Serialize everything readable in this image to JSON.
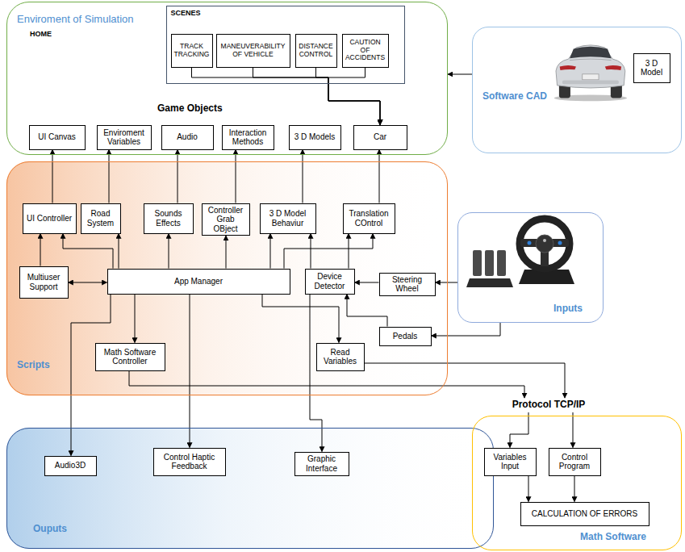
{
  "diagram": {
    "nodes": [
      {
        "text": [
          "Enviroment of Simulation",
          "HOME"
        ]
      },
      {
        "text": [
          "SCENES"
        ],
        "in": 0
      },
      {
        "text": [
          "TRACK TRACKING"
        ],
        "in": 1
      },
      {
        "text": [
          "MANEUVERABILITY OF VEHICLE"
        ],
        "in": 1
      },
      {
        "text": [
          "DISTANCE CONTROL"
        ],
        "in": 1
      },
      {
        "text": [
          "CAUTION OF ACCIDENTS"
        ],
        "in": 1
      },
      {
        "text": [
          "UI Canvas"
        ],
        "in": 0
      },
      {
        "text": [
          "Enviroment Variables"
        ],
        "in": 0
      },
      {
        "text": [
          "Audio"
        ],
        "in": 0
      },
      {
        "text": [
          "Interaction Methods"
        ],
        "in": 0
      },
      {
        "text": [
          "3 D Models"
        ],
        "in": 0
      },
      {
        "text": [
          "Car"
        ],
        "in": 0
      },
      {
        "text": [
          "Software CAD"
        ]
      },
      {
        "text": [
          "3 D Model"
        ],
        "in": 12
      },
      {
        "text": [
          "Scripts"
        ]
      },
      {
        "text": [
          "UI Controller"
        ],
        "in": 14
      },
      {
        "text": [
          "Road System"
        ],
        "in": 14
      },
      {
        "text": [
          "Sounds Effects"
        ],
        "in": 14
      },
      {
        "text": [
          "Controller Grab OBject"
        ],
        "in": 14
      },
      {
        "text": [
          "3 D Model Behaviur"
        ],
        "in": 14
      },
      {
        "text": [
          "Translation COntrol"
        ],
        "in": 14
      },
      {
        "text": [
          "Multiuser Support"
        ],
        "in": 14
      },
      {
        "text": [
          "App Manager"
        ],
        "in": 14
      },
      {
        "text": [
          "Device Detector"
        ],
        "in": 14
      },
      {
        "text": [
          "Steering Wheel"
        ],
        "in": 14
      },
      {
        "text": [
          "Pedals"
        ],
        "in": 14
      },
      {
        "text": [
          "Math Software Controller"
        ],
        "in": 14
      },
      {
        "text": [
          "Read Variables"
        ],
        "in": 14
      },
      {
        "text": [
          "Inputs"
        ]
      },
      {
        "text": [
          "Ouputs"
        ]
      },
      {
        "text": [
          "Audio3D"
        ],
        "in": 29
      },
      {
        "text": [
          "Control Haptic Feedback"
        ],
        "in": 29
      },
      {
        "text": [
          "Graphic Interface"
        ],
        "in": 29
      },
      {
        "text": [
          "Protocol TCP/IP"
        ]
      },
      {
        "text": [
          "Math Software"
        ]
      },
      {
        "text": [
          "Variables Input"
        ],
        "in": 34
      },
      {
        "text": [
          "Control Program"
        ],
        "in": 34
      },
      {
        "text": [
          "CALCULATION OF ERRORS"
        ],
        "in": 34
      }
    ],
    "edges": [
      {
        "from": 2,
        "to": 11,
        "arrow": "to"
      },
      {
        "from": 3,
        "to": 11,
        "arrow": "to"
      },
      {
        "from": 4,
        "to": 11,
        "arrow": "to"
      },
      {
        "from": 5,
        "to": 11,
        "arrow": "to"
      },
      {
        "from": 12,
        "to": 0,
        "arrow": "to"
      },
      {
        "from": 15,
        "to": 6,
        "arrow": "to"
      },
      {
        "from": 16,
        "to": 7,
        "arrow": "to"
      },
      {
        "from": 17,
        "to": 8,
        "arrow": "to"
      },
      {
        "from": 18,
        "to": 9,
        "arrow": "to"
      },
      {
        "from": 19,
        "to": 10,
        "arrow": "to"
      },
      {
        "from": 20,
        "to": 11,
        "arrow": "to"
      },
      {
        "from": 21,
        "to": 15,
        "arrow": "to"
      },
      {
        "from": 21,
        "to": 22,
        "arrow": "both"
      },
      {
        "from": 22,
        "to": 15,
        "arrow": "to"
      },
      {
        "from": 22,
        "to": 16,
        "arrow": "to"
      },
      {
        "from": 22,
        "to": 17,
        "arrow": "to"
      },
      {
        "from": 22,
        "to": 18,
        "arrow": "to"
      },
      {
        "from": 22,
        "to": 19,
        "arrow": "to"
      },
      {
        "from": 22,
        "to": 20,
        "arrow": "to"
      },
      {
        "from": 23,
        "to": 19,
        "arrow": "to"
      },
      {
        "from": 23,
        "to": 20,
        "arrow": "to"
      },
      {
        "from": 24,
        "to": 23,
        "arrow": "to"
      },
      {
        "from": 28,
        "to": 24,
        "arrow": "to"
      },
      {
        "from": 25,
        "to": 23,
        "arrow": "to"
      },
      {
        "from": 28,
        "to": 25,
        "arrow": "to"
      },
      {
        "from": 22,
        "to": 30,
        "arrow": "to"
      },
      {
        "from": 22,
        "to": 31,
        "arrow": "to"
      },
      {
        "from": 23,
        "to": 32,
        "arrow": "to"
      },
      {
        "from": 22,
        "to": 26,
        "arrow": "to"
      },
      {
        "from": 22,
        "to": 27,
        "arrow": "to"
      },
      {
        "from": 26,
        "to": 33,
        "arrow": "to"
      },
      {
        "from": 27,
        "to": 33,
        "arrow": "to"
      },
      {
        "from": 33,
        "to": 35,
        "arrow": "to"
      },
      {
        "from": 33,
        "to": 36,
        "arrow": "to"
      },
      {
        "from": 35,
        "to": 37,
        "arrow": "to"
      },
      {
        "from": 36,
        "to": 37,
        "arrow": "to"
      }
    ],
    "labels": [
      "Game Objects"
    ]
  }
}
